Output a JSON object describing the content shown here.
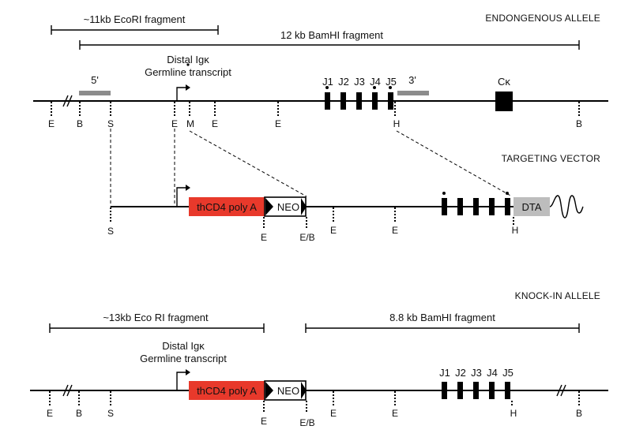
{
  "sections": {
    "endogenous": "ENDONGENOUS ALLELE",
    "targeting": "TARGETING VECTOR",
    "knockin": "KNOCK-IN ALLELE"
  },
  "fragments": {
    "ecori_endogenous": "~11kb EcoRI fragment",
    "bamhi_endogenous": "12 kb BamHI fragment",
    "ecori_knockin": "~13kb Eco RI fragment",
    "bamhi_knockin": "8.8 kb BamHI fragment"
  },
  "transcript": {
    "line1": "Distal Igκ",
    "line2": "Germline transcript"
  },
  "probes": {
    "five_prime": "5'",
    "three_prime": "3'"
  },
  "segments": {
    "j1": "J1",
    "j2": "J2",
    "j3": "J3",
    "j4": "J4",
    "j5": "J5",
    "ck": "Cκ"
  },
  "cassettes": {
    "thcd4": "thCD4 poly A",
    "neo": "NEO",
    "dta": "DTA"
  },
  "sites": {
    "E": "E",
    "B": "B",
    "S": "S",
    "M": "M",
    "H": "H",
    "EB": "E/B"
  },
  "colors": {
    "thcd4": "#e8392b",
    "dta": "#bdbdbd",
    "probe": "#8c8c8c"
  }
}
